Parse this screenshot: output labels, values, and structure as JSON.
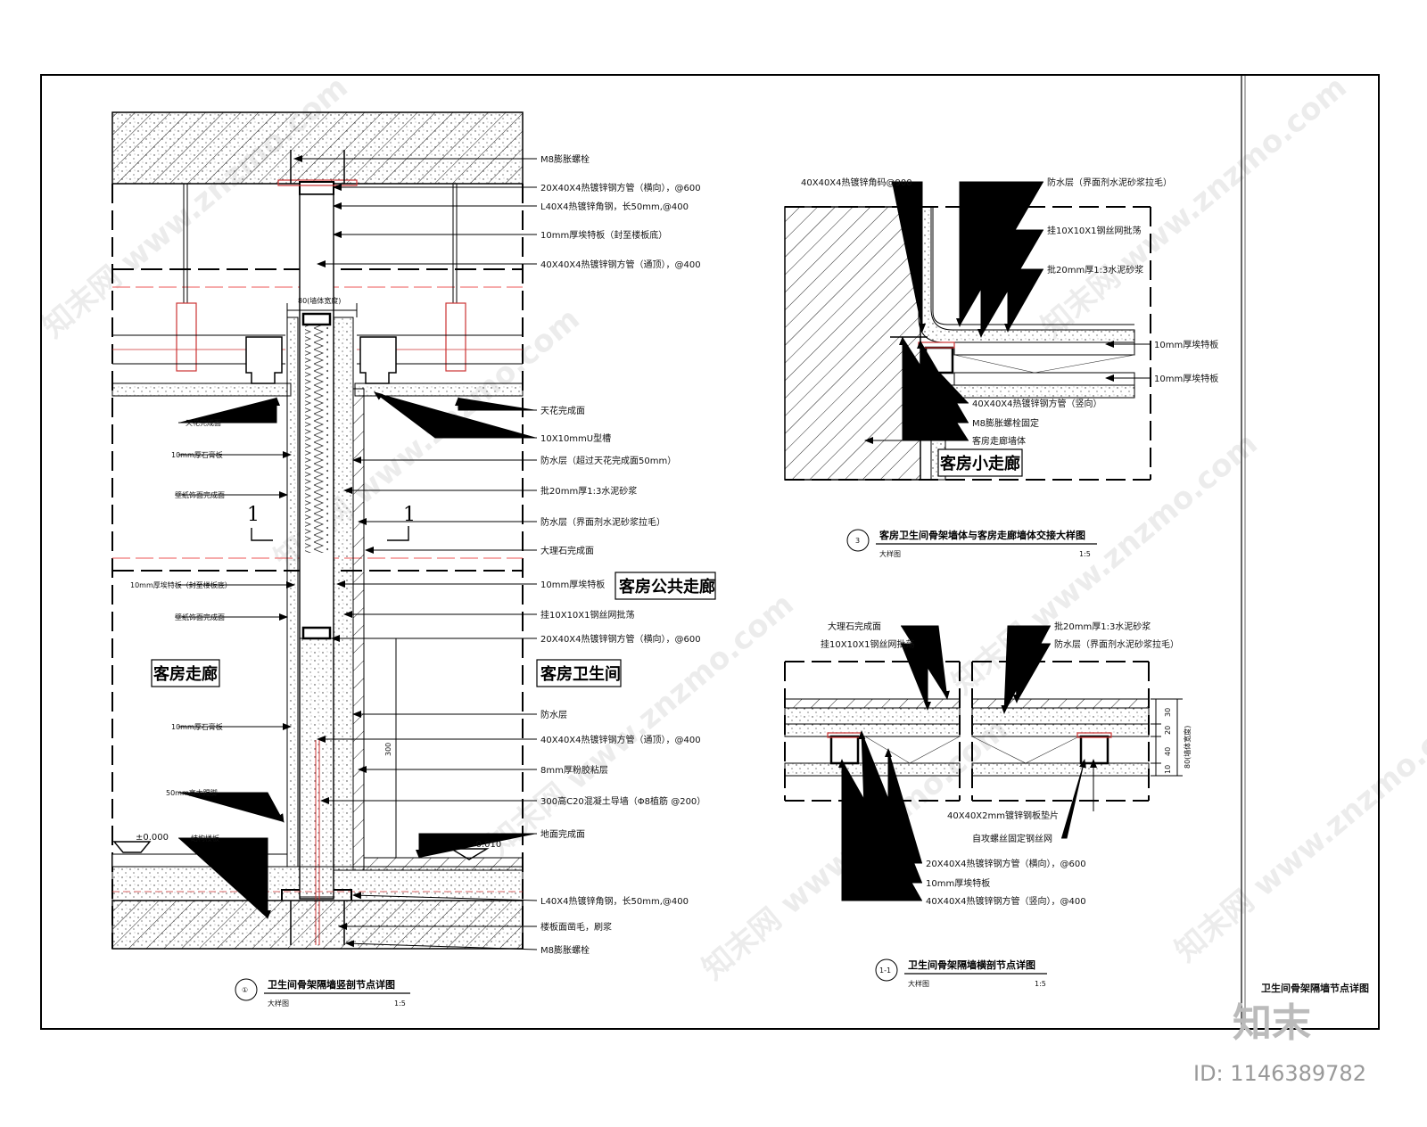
{
  "sheet": {
    "title": "卫生间骨架隔墙节点详图",
    "logo": "知末",
    "id_text": "ID: 1146389782",
    "watermark": "知末网 www.znzmo.com"
  },
  "detail1": {
    "title": "卫生间骨架隔墙竖剖节点详图",
    "scale_label": "大样图",
    "scale": "1:5",
    "bubble": "①",
    "rooms": {
      "left": "客房走廊",
      "right_top": "客房公共走廊",
      "right": "客房卫生间"
    },
    "section_marks": [
      "1",
      "1"
    ],
    "elev_left": "±0.000",
    "elev_right": "-0.010",
    "dim_top": "80(墙体宽度)",
    "dim_vert": "300",
    "right_labels": [
      "M8膨胀螺栓",
      "20X40X4热镀锌钢方管（横向），@600",
      "L40X4热镀锌角钢，长50mm,@400",
      "10mm厚埃特板（封至楼板底）",
      "40X40X4热镀锌钢方管（通顶），@400",
      "天花完成面",
      "10X10mmU型槽",
      "防水层（超过天花完成面50mm）",
      "批20mm厚1:3水泥砂浆",
      "防水层（界面剂水泥砂浆拉毛）",
      "大理石完成面",
      "10mm厚埃特板",
      "挂10X10X1钢丝网批荡",
      "20X40X4热镀锌钢方管（横向），@600",
      "防水层",
      "40X40X4热镀锌钢方管（通顶），@400",
      "8mm厚粉胶粘层",
      "300高C20混凝土导墙（Φ8植筋 @200）",
      "地面完成面",
      "L40X4热镀锌角钢，长50mm,@400",
      "楼板面凿毛，刷浆",
      "M8膨胀螺栓"
    ],
    "left_labels": [
      "天花完成面",
      "10mm厚石膏板",
      "壁纸饰面完成面",
      "10mm厚埃特板（封至楼板底）",
      "壁纸饰面完成面",
      "10mm厚石膏板",
      "50mm高木踢脚",
      "结构楼板"
    ]
  },
  "detail2": {
    "title": "客房卫生间骨架墙体与客房走廊墙体交接大样图",
    "scale_label": "大样图",
    "scale": "1:5",
    "bubble": "3",
    "room": "客房小走廊",
    "labels": [
      "40X40X4热镀锌角码@900",
      "防水层（界面剂水泥砂浆拉毛）",
      "挂10X10X1钢丝网批荡",
      "批20mm厚1:3水泥砂浆",
      "10mm厚埃特板",
      "10mm厚埃特板",
      "40X40X4热镀锌钢方管（竖向）",
      "M8膨胀螺栓固定",
      "客房走廊墙体"
    ]
  },
  "detail3": {
    "title": "卫生间骨架隔墙横剖节点详图",
    "scale_label": "大样图",
    "scale": "1:5",
    "bubble": "1-1",
    "top_labels": [
      "大理石完成面",
      "挂10X10X1钢丝网批荡",
      "批20mm厚1:3水泥砂浆",
      "防水层（界面剂水泥砂浆拉毛）"
    ],
    "bottom_labels": [
      "40X40X2mm镀锌钢板垫片",
      "自攻螺丝固定钢丝网",
      "20X40X4热镀锌钢方管（横向），@600",
      "10mm厚埃特板",
      "40X40X4热镀锌钢方管（竖向），@400"
    ],
    "dims": [
      "30",
      "20",
      "40",
      "10",
      "80(墙体宽度)"
    ]
  }
}
